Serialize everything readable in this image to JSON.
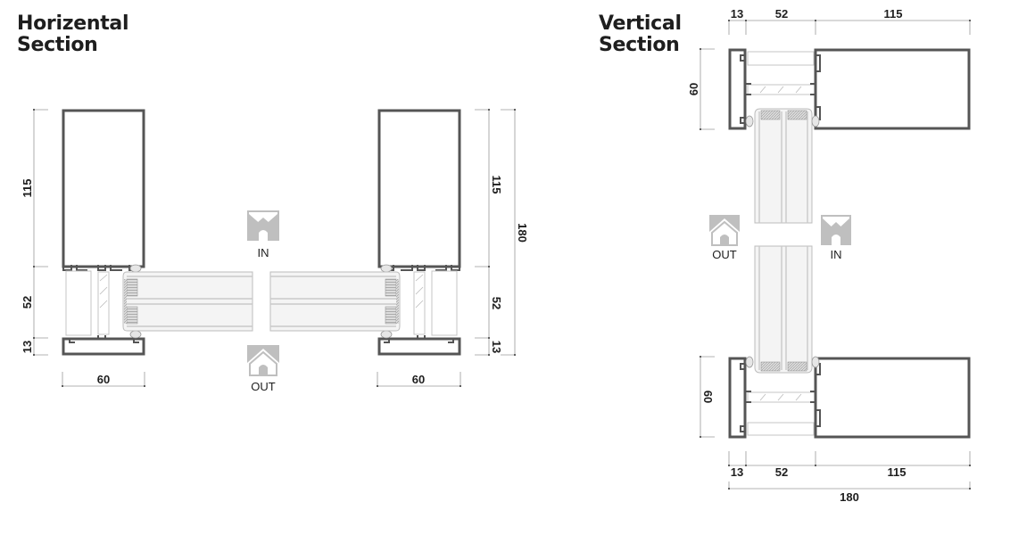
{
  "horizontal_section": {
    "title_line1": "Horizental",
    "title_line2": "Section",
    "left_dims": {
      "d115": "115",
      "d52": "52",
      "d13": "13",
      "d60": "60"
    },
    "right_dims": {
      "d115": "115",
      "d52": "52",
      "d13": "13",
      "d180": "180",
      "d60": "60"
    },
    "in_label": "IN",
    "out_label": "OUT",
    "in_icon": "house-in-icon",
    "out_icon": "house-out-icon"
  },
  "vertical_section": {
    "title_line1": "Vertical",
    "title_line2": "Section",
    "top_dims": {
      "d13": "13",
      "d52": "52",
      "d115": "115",
      "d60": "60"
    },
    "bottom_dims": {
      "d13": "13",
      "d52": "52",
      "d115": "115",
      "d180": "180",
      "d60": "60"
    },
    "out_label": "OUT",
    "in_label": "IN",
    "out_icon": "house-out-icon",
    "in_icon": "house-in-icon"
  },
  "colors": {
    "frame": "#555555",
    "dimension_line": "#9a9a9a",
    "icon_fill": "#bfbfbf",
    "text": "#1e1e1e"
  }
}
